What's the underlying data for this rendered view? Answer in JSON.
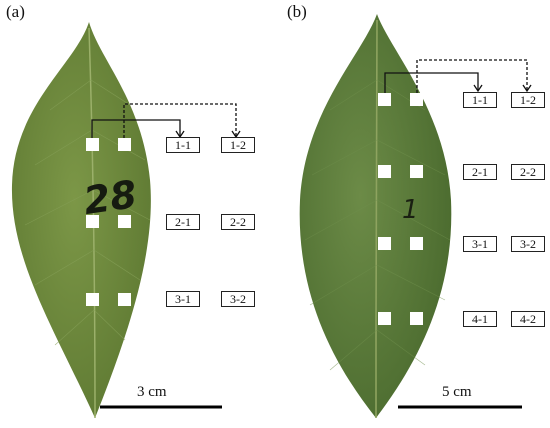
{
  "panels": [
    {
      "label": "(a)",
      "handwriting": "28",
      "scale_bar": "3 cm",
      "regions": [
        "1-1",
        "1-2",
        "2-1",
        "2-2",
        "3-1",
        "3-2"
      ]
    },
    {
      "label": "(b)",
      "handwriting": "1",
      "scale_bar": "5 cm",
      "regions": [
        "1-1",
        "1-2",
        "2-1",
        "2-2",
        "3-1",
        "3-2",
        "4-1",
        "4-2"
      ]
    }
  ],
  "colors": {
    "leaf_a": "#6f8a3f",
    "leaf_b": "#5b7a3b",
    "vein": "#8ea35f",
    "sample_square": "#ffffff",
    "ink": "#111111"
  }
}
